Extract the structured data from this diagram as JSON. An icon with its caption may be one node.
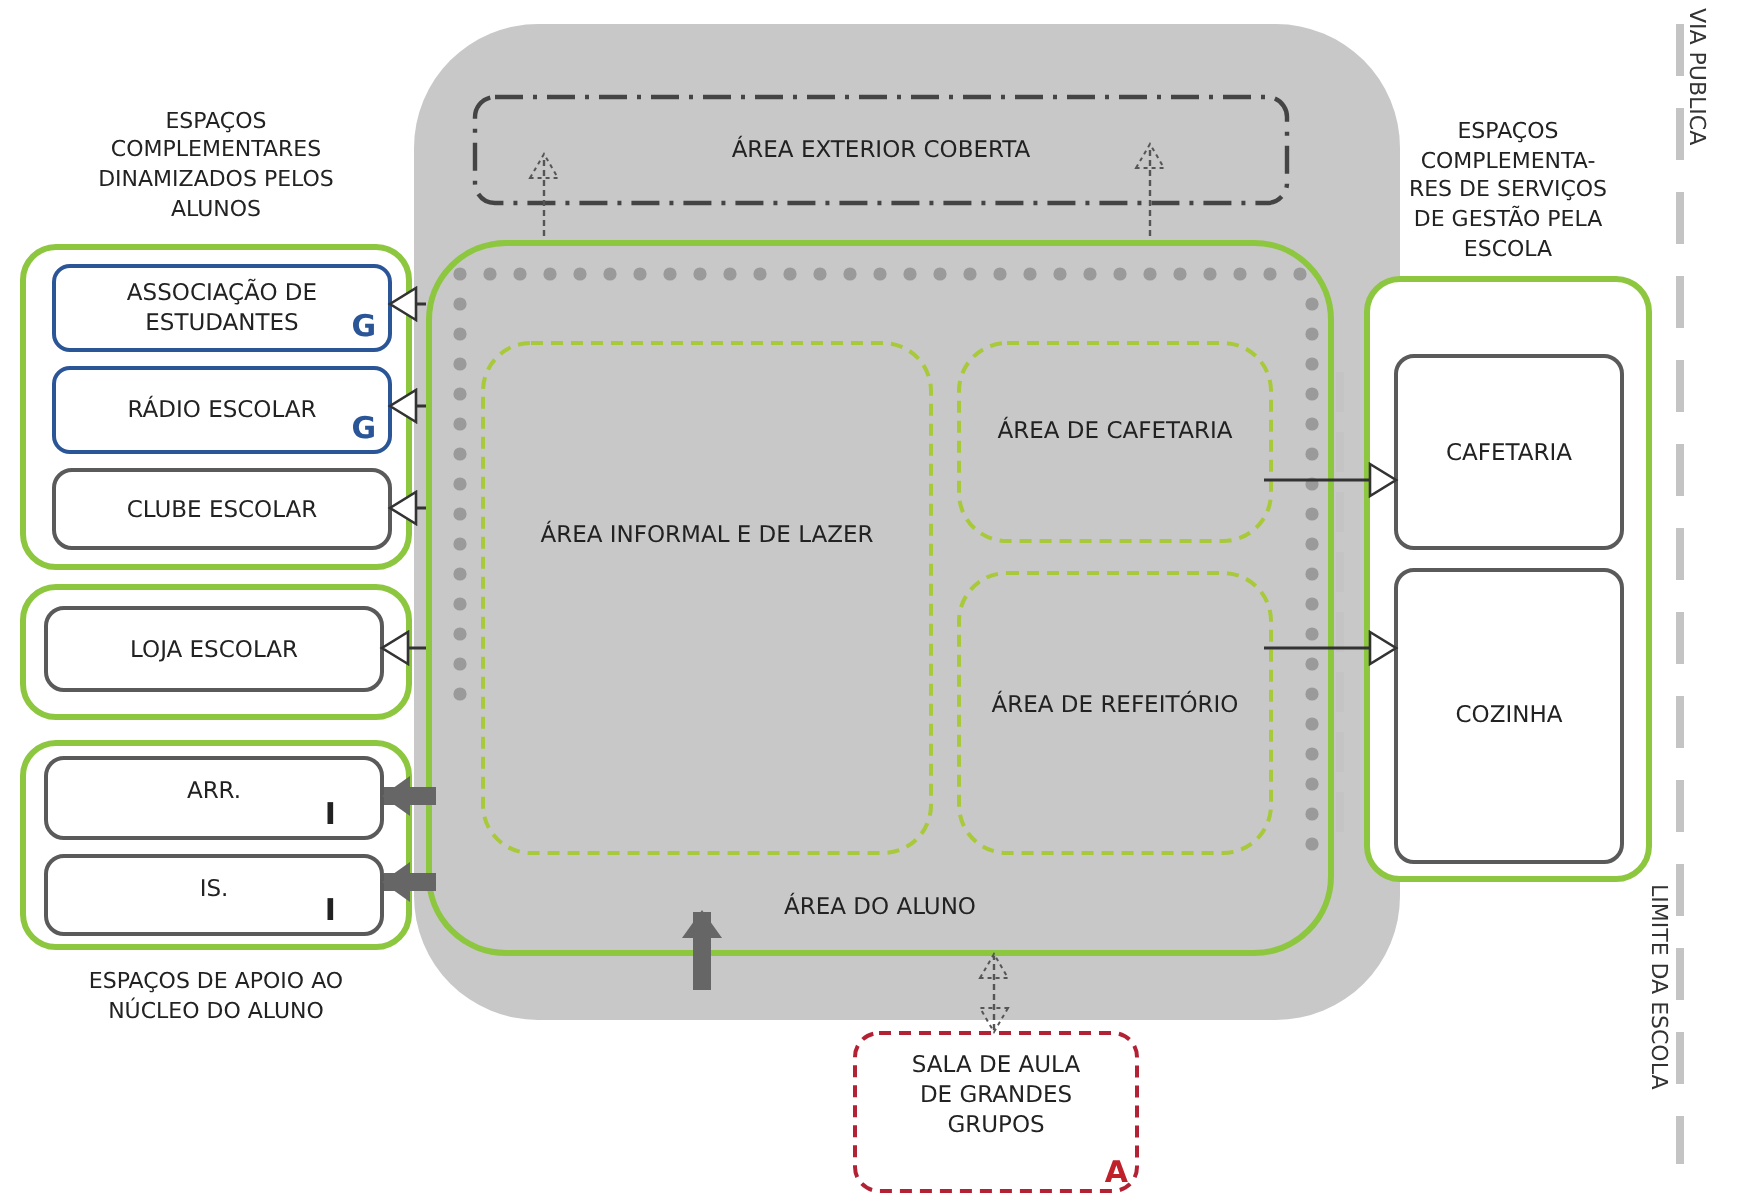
{
  "diagram": {
    "nodes": [
      {
        "text": [
          "ESPAÇOS COMPLEMENTARES DINAMIZADOS PELOS ALUNOS"
        ]
      },
      {
        "text": [
          "ASSOCIAÇÃO DE ESTUDANTES",
          "G"
        ],
        "in": 0
      },
      {
        "text": [
          "RÁDIO ESCOLAR",
          "G"
        ],
        "in": 0
      },
      {
        "text": [
          "CLUBE ESCOLAR"
        ],
        "in": 0
      },
      {
        "text": [],
        "shape": "box"
      },
      {
        "text": [
          "LOJA ESCOLAR"
        ],
        "in": 4
      },
      {
        "text": [
          "ESPAÇOS DE APOIO AO NÚCLEO DO ALUNO"
        ]
      },
      {
        "text": [
          "ARR.",
          "I"
        ],
        "in": 6
      },
      {
        "text": [
          "IS.",
          "I"
        ],
        "in": 6
      },
      {
        "text": [
          "ÁREA EXTERIOR COBERTA"
        ]
      },
      {
        "text": [
          "ÁREA DO ALUNO"
        ]
      },
      {
        "text": [
          "ÁREA INFORMAL E DE LAZER"
        ],
        "in": 10
      },
      {
        "text": [
          "ÁREA DE CAFETARIA"
        ],
        "in": 10
      },
      {
        "text": [
          "ÁREA DE REFEITÓRIO"
        ],
        "in": 10
      },
      {
        "text": [
          "ESPAÇOS COMPLEMENTA- RES DE SERVIÇOS DE GESTÃO PELA ESCOLA"
        ]
      },
      {
        "text": [
          "CAFETARIA"
        ],
        "in": 14
      },
      {
        "text": [
          "COZINHA"
        ],
        "in": 14
      },
      {
        "text": [
          "SALA DE AULA DE GRANDES GRUPOS",
          "A"
        ]
      }
    ],
    "edges": [
      {
        "from": 10,
        "to": 1,
        "arrow": "to"
      },
      {
        "from": 10,
        "to": 2,
        "arrow": "to"
      },
      {
        "from": 10,
        "to": 3,
        "arrow": "to"
      },
      {
        "from": 10,
        "to": 5,
        "arrow": "to"
      },
      {
        "from": 10,
        "to": 7,
        "arrow": "to",
        "style": "thick",
        "color": "#666666"
      },
      {
        "from": 10,
        "to": 8,
        "arrow": "to",
        "style": "thick",
        "color": "#666666"
      },
      {
        "from": null,
        "to": 10,
        "arrow": "to",
        "style": "thick",
        "color": "#666666"
      },
      {
        "from": 12,
        "to": 15,
        "arrow": "to"
      },
      {
        "from": 13,
        "to": 16,
        "arrow": "to"
      },
      {
        "from": 17,
        "to": 10,
        "arrow": "both",
        "style": "dashed"
      },
      {
        "from": 10,
        "to": 9,
        "arrow": "to",
        "style": "dashed"
      },
      {
        "from": 10,
        "to": 9,
        "arrow": "to",
        "style": "dashed"
      }
    ],
    "labels": [
      "VIA PUBLICA",
      "LIMITE DA ESCOLA"
    ]
  }
}
